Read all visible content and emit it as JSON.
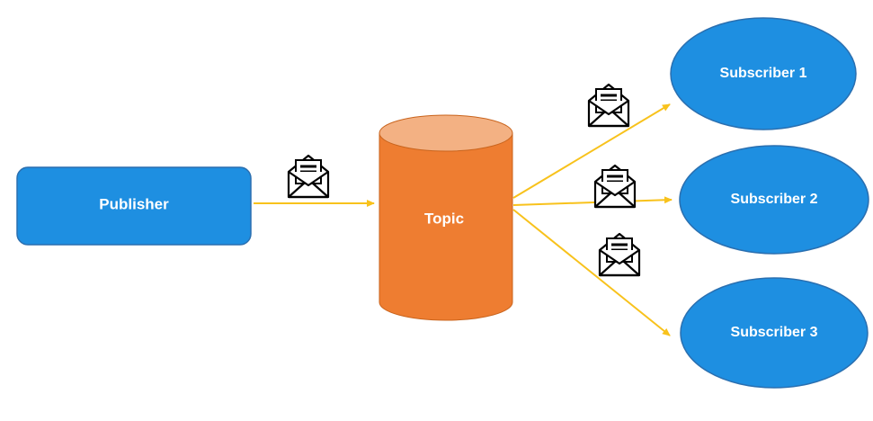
{
  "nodes": {
    "publisher": {
      "label": "Publisher"
    },
    "topic": {
      "label": "Topic"
    },
    "subscribers": [
      {
        "label": "Subscriber 1"
      },
      {
        "label": "Subscriber 2"
      },
      {
        "label": "Subscriber 3"
      }
    ]
  },
  "icons": {
    "message": "envelope-letter-icon"
  },
  "colors": {
    "node_blue": "#1e8fe1",
    "node_blue_stroke": "#2a6fb0",
    "topic_orange": "#ee7d31",
    "topic_top": "#f3b183",
    "arrow": "#f8c21c",
    "label_text": "#ffffff"
  }
}
